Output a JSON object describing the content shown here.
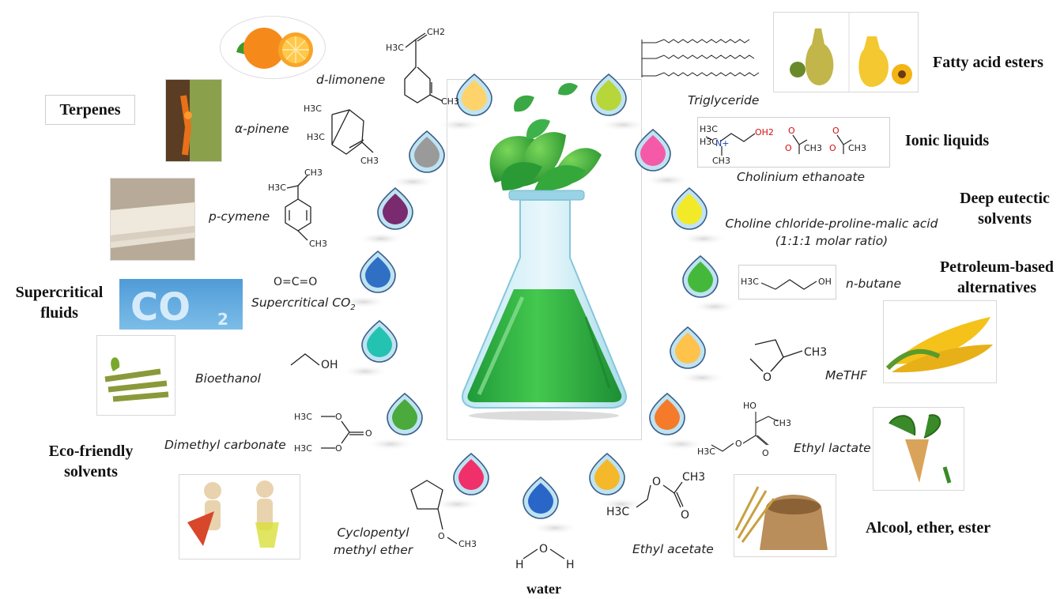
{
  "categories": {
    "terpenes": "Terpenes",
    "fatty_acid_esters": "Fatty acid esters",
    "ionic_liquids": "Ionic liquids",
    "deep_eutectic_line1": "Deep eutectic",
    "deep_eutectic_line2": "solvents",
    "petroleum_line1": "Petroleum-based",
    "petroleum_line2": "alternatives",
    "supercritical_line1": "Supercritical",
    "supercritical_line2": "fluids",
    "eco_line1": "Eco-friendly",
    "eco_line2": "solvents",
    "alcool": "Alcool, ether, ester",
    "water": "water"
  },
  "solvents": {
    "d_limonene": "d-limonene",
    "alpha_pinene": "α-pinene",
    "p_cymene": "p-cymene",
    "supercritical_co2": "Supercritical CO",
    "co2_sub": "2",
    "bioethanol": "Bioethanol",
    "dimethyl_carbonate": "Dimethyl carbonate",
    "cpme_line1": "Cyclopentyl",
    "cpme_line2": "methyl ether",
    "triglyceride": "Triglyceride",
    "cholinium": "Cholinium ethanoate",
    "ccpm_line1": "Choline chloride-proline-malic acid",
    "ccpm_line2": "(1:1:1 molar ratio)",
    "n_butane": "n-butane",
    "methf": "MeTHF",
    "ethyl_lactate": "Ethyl lactate",
    "ethyl_acetate": "Ethyl acetate"
  },
  "structures": {
    "h3c": "H3C",
    "ch3": "CH3",
    "ch2": "CH2",
    "oh": "OH",
    "oh2": "OH2",
    "ho": "HO",
    "o": "O",
    "h": "H",
    "co2_formula": "O=C=O",
    "n_plus": "N+"
  },
  "drop_colors": [
    "#ffd36b",
    "#9a9a9a",
    "#7a2a6e",
    "#2f6fc4",
    "#24c2b0",
    "#4aaa3c",
    "#f0306a",
    "#2a66c8",
    "#f5b82a",
    "#f57a2a",
    "#ffc24a",
    "#44b83a",
    "#f2ea28",
    "#f55aa8",
    "#b6d63a"
  ],
  "accent_green": "#2fae3a"
}
